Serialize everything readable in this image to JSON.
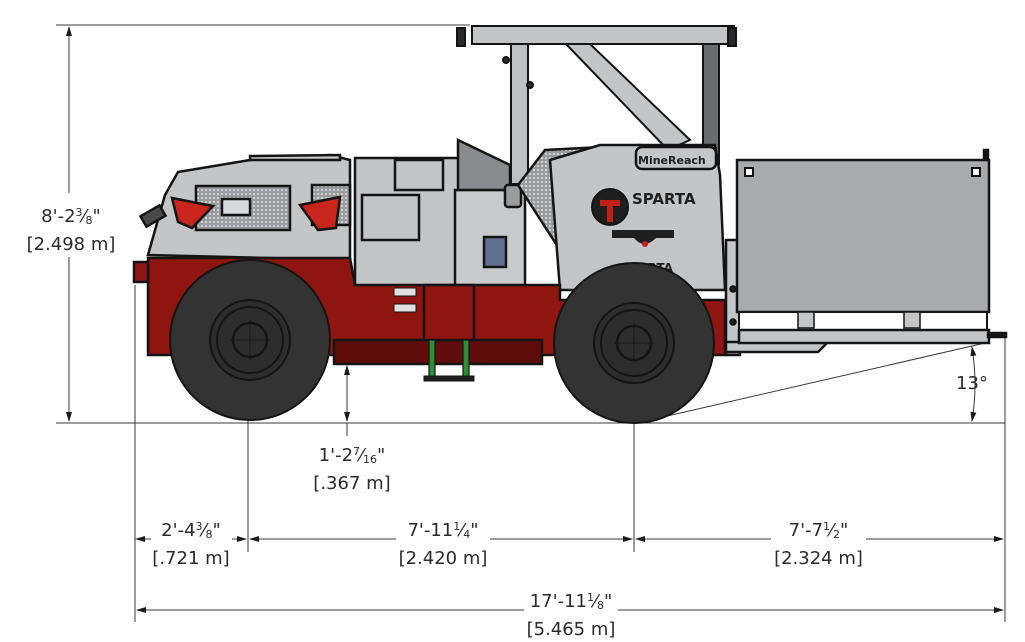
{
  "diagram": {
    "type": "vehicle-side-elevation",
    "vehicle": {
      "brand_label": "MineReach",
      "model_label": "SPARTA",
      "lower_badge": "SPARTA"
    },
    "colors": {
      "body_gray": "#c4c5c7",
      "chassis_red": "#8e1510",
      "chassis_dark_red": "#5e0d0b",
      "tire": "#333334",
      "outline": "#141414",
      "dimension_line": "#3a3a3a",
      "jack_green": "#2f8f35",
      "logo_red": "#c0201a"
    },
    "dimensions": {
      "overall_height": {
        "imperial_ft": "8'-2",
        "imperial_frac_num": "3",
        "imperial_frac_den": "8",
        "imperial_suffix": "\"",
        "metric": "[2.498 m]"
      },
      "ground_clearance": {
        "imperial_ft": "1'-2",
        "imperial_frac_num": "7",
        "imperial_frac_den": "16",
        "imperial_suffix": "\"",
        "metric": "[.367 m]"
      },
      "front_overhang": {
        "imperial_ft": "2'-4",
        "imperial_frac_num": "3",
        "imperial_frac_den": "8",
        "imperial_suffix": "\"",
        "metric": "[.721 m]"
      },
      "wheelbase": {
        "imperial_ft": "7'-11",
        "imperial_frac_num": "1",
        "imperial_frac_den": "4",
        "imperial_suffix": "\"",
        "metric": "[2.420 m]"
      },
      "rear_overhang": {
        "imperial_ft": "7'-7",
        "imperial_frac_num": "1",
        "imperial_frac_den": "2",
        "imperial_suffix": "\"",
        "metric": "[2.324 m]"
      },
      "overall_length": {
        "imperial_ft": "17'-11",
        "imperial_frac_num": "1",
        "imperial_frac_den": "8",
        "imperial_suffix": "\"",
        "metric": "[5.465 m]"
      },
      "departure_angle": {
        "value": "13°"
      }
    }
  }
}
